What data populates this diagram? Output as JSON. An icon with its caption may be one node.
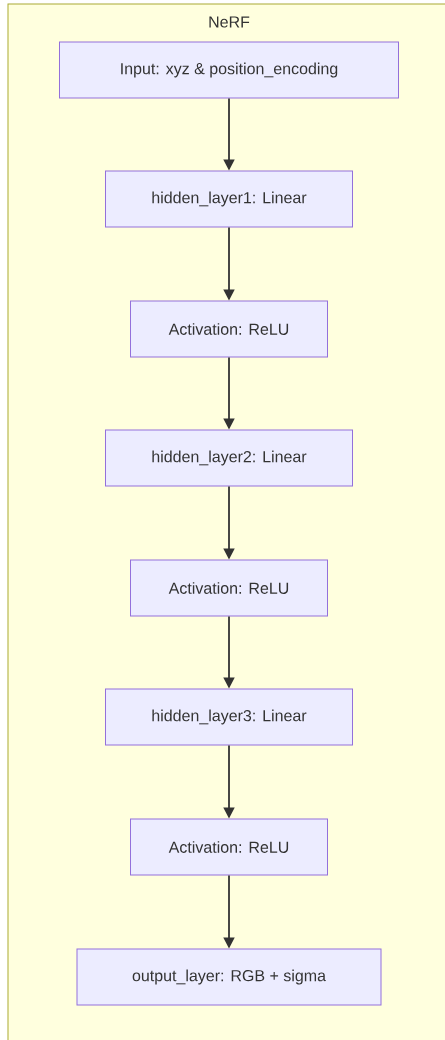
{
  "diagram": {
    "nodes": [
      {
        "text": [
          "NeRF"
        ]
      },
      {
        "text": [
          "Input: xyz & position_encoding"
        ],
        "in": 0
      },
      {
        "text": [
          "hidden_layer1: Linear"
        ],
        "in": 0
      },
      {
        "text": [
          "Activation: ReLU"
        ],
        "in": 0
      },
      {
        "text": [
          "hidden_layer2: Linear"
        ],
        "in": 0
      },
      {
        "text": [
          "Activation: ReLU"
        ],
        "in": 0
      },
      {
        "text": [
          "hidden_layer3: Linear"
        ],
        "in": 0
      },
      {
        "text": [
          "Activation: ReLU"
        ],
        "in": 0
      },
      {
        "text": [
          "output_layer: RGB + sigma"
        ],
        "in": 0
      }
    ],
    "edges": [
      {
        "from": 1,
        "to": 2,
        "arrow": "to"
      },
      {
        "from": 2,
        "to": 3,
        "arrow": "to"
      },
      {
        "from": 3,
        "to": 4,
        "arrow": "to"
      },
      {
        "from": 4,
        "to": 5,
        "arrow": "to"
      },
      {
        "from": 5,
        "to": 6,
        "arrow": "to"
      },
      {
        "from": 6,
        "to": 7,
        "arrow": "to"
      },
      {
        "from": 7,
        "to": 8,
        "arrow": "to"
      }
    ]
  }
}
